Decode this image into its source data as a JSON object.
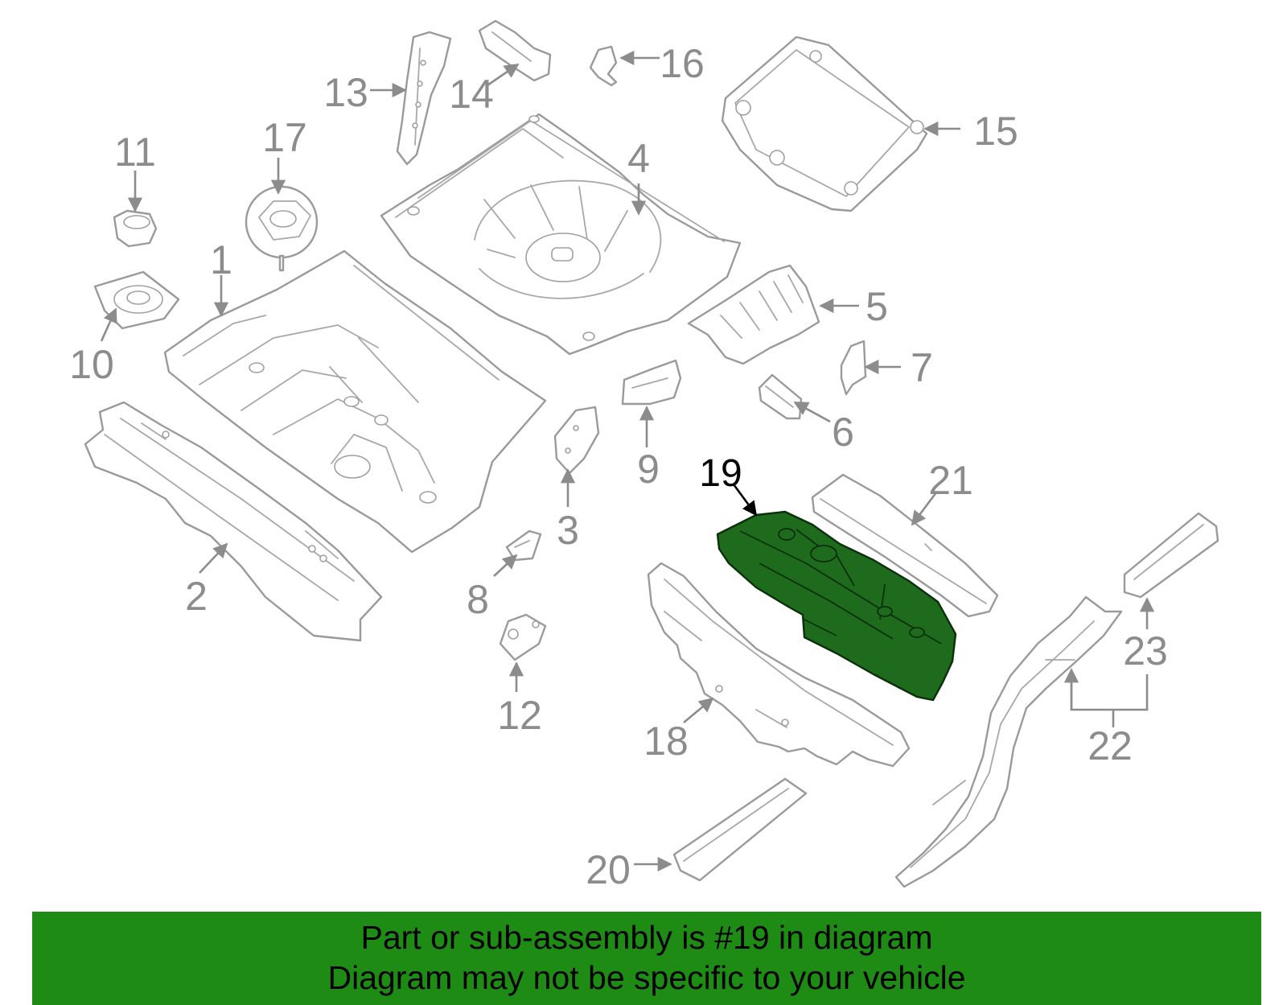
{
  "diagram": {
    "highlight_color": "#1e6b1e",
    "callouts": [
      "1",
      "2",
      "3",
      "4",
      "5",
      "6",
      "7",
      "8",
      "9",
      "10",
      "11",
      "12",
      "13",
      "14",
      "15",
      "16",
      "17",
      "18",
      "19",
      "20",
      "21",
      "22",
      "23"
    ],
    "highlighted_callout": "19"
  },
  "banner": {
    "background": "#1e8c14",
    "line1": "Part or sub-assembly is #19 in diagram",
    "line2": "Diagram may not be specific to your vehicle"
  }
}
